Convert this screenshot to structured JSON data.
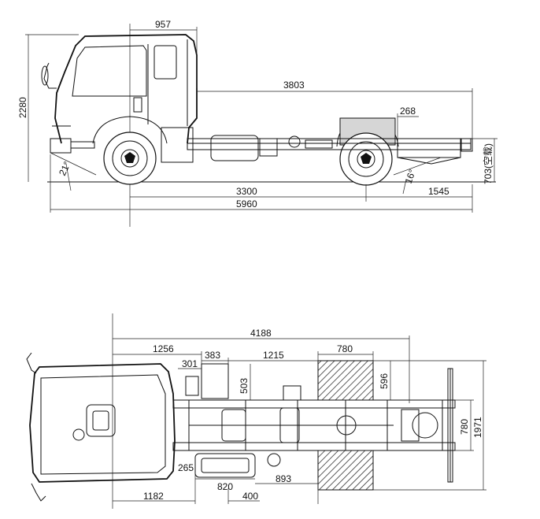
{
  "side_view": {
    "dimensions": {
      "cab_width": "957",
      "rear_frame_length": "3803",
      "rear_overhang_top": "268",
      "overall_height": "2280",
      "frame_height": "703(空载)",
      "wheelbase": "3300",
      "rear_overhang": "1545",
      "overall_length": "5960",
      "approach_angle": "21°",
      "departure_angle": "16°"
    }
  },
  "top_view": {
    "dimensions": {
      "frame_to_rear": "4188",
      "cab_to_component": "1256",
      "component_a_length": "383",
      "component_a_gap": "301",
      "spacing_to_rear_axle": "1215",
      "rear_wheel_span": "780",
      "component_height": "503",
      "rear_wheel_offset": "596",
      "inner_frame_width": "780",
      "overall_width": "1971",
      "tank_offset": "265",
      "tank_length": "820",
      "tank_to_frame": "893",
      "cab_to_tank": "1182",
      "tank_width": "400"
    }
  },
  "colors": {
    "line": "#111111",
    "background": "#ffffff",
    "hatch": "#333333"
  }
}
